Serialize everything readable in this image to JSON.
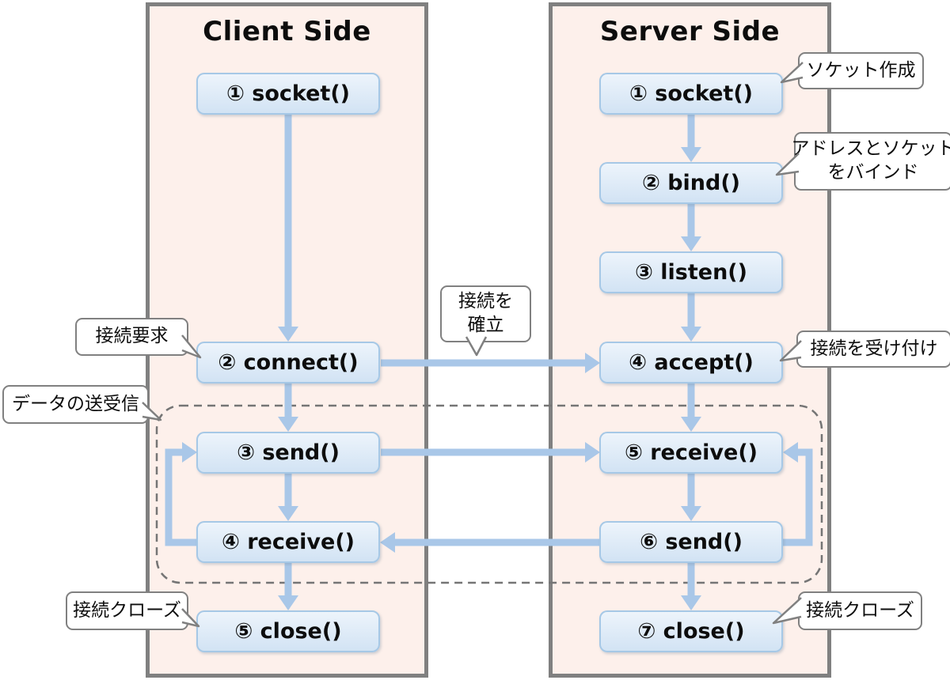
{
  "client": {
    "title": "Client Side",
    "steps": [
      {
        "label": "① socket()"
      },
      {
        "label": "② connect()"
      },
      {
        "label": "③ send()"
      },
      {
        "label": "④ receive()"
      },
      {
        "label": "⑤ close()"
      }
    ]
  },
  "server": {
    "title": "Server Side",
    "steps": [
      {
        "label": "① socket()"
      },
      {
        "label": "② bind()"
      },
      {
        "label": "③ listen()"
      },
      {
        "label": "④ accept()"
      },
      {
        "label": "⑤ receive()"
      },
      {
        "label": "⑥ send()"
      },
      {
        "label": "⑦ close()"
      }
    ]
  },
  "callouts": {
    "socket_create": {
      "text": "ソケット作成"
    },
    "bind": {
      "line1": "アドレスとソケット",
      "line2": "をバインド"
    },
    "accept": {
      "text": "接続を受け付け"
    },
    "server_close": {
      "text": "接続クローズ"
    },
    "connect_request": {
      "text": "接続要求"
    },
    "client_close": {
      "text": "接続クローズ"
    },
    "data_exchange": {
      "text": "データの送受信"
    },
    "establish": {
      "line1": "接続を",
      "line2": "確立"
    }
  },
  "colors": {
    "panel_background": "#fdf0eb",
    "panel_border": "#808080",
    "box_fill_top": "#edf4fb",
    "box_fill_bottom": "#d2e3f4",
    "box_border": "#a6c8e6",
    "arrow": "#a9c7e8",
    "dashed_outline": "#757575",
    "callout_border": "#808080",
    "callout_background": "#ffffff"
  }
}
